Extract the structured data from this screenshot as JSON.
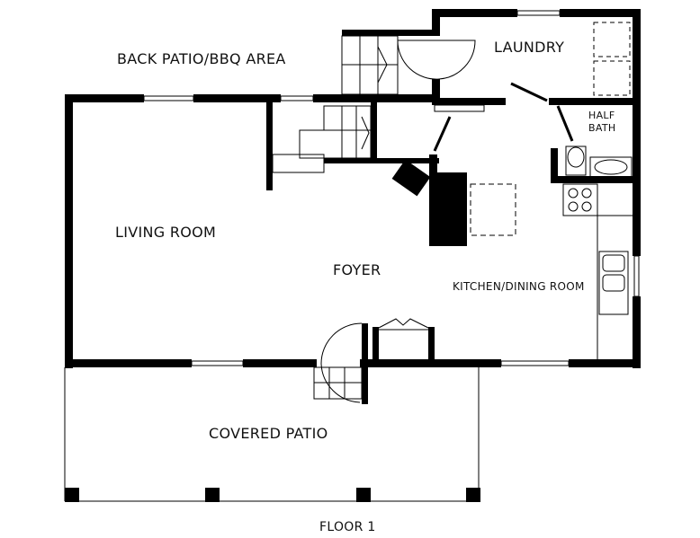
{
  "plan": {
    "title": "FLOOR 1",
    "rooms": {
      "back_patio": "BACK PATIO/BBQ AREA",
      "laundry": "LAUNDRY",
      "half_bath_line1": "HALF",
      "half_bath_line2": "BATH",
      "living_room": "LIVING ROOM",
      "foyer": "FOYER",
      "kitchen": "KITCHEN/DINING ROOM",
      "covered_patio": "COVERED PATIO"
    },
    "colors": {
      "wall": "#000000",
      "background": "#ffffff"
    }
  }
}
